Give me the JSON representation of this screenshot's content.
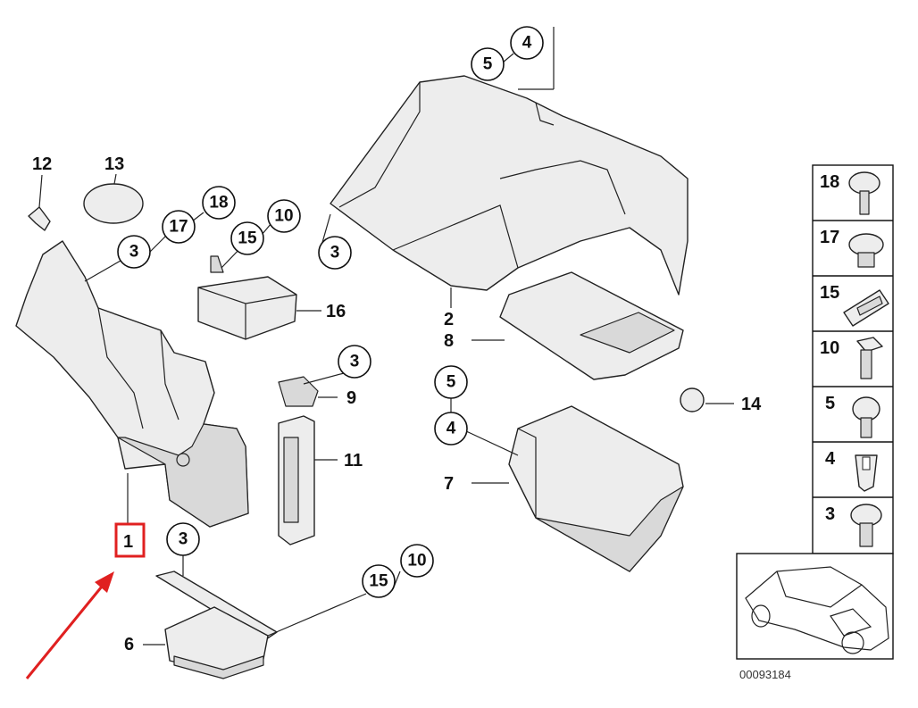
{
  "callouts": {
    "c1": "1",
    "c2": "2",
    "c3a": "3",
    "c3b": "3",
    "c3c": "3",
    "c3d": "3",
    "c4a": "4",
    "c4b": "4",
    "c5a": "5",
    "c5b": "5",
    "c6": "6",
    "c7": "7",
    "c8": "8",
    "c9": "9",
    "c10a": "10",
    "c10b": "10",
    "c11": "11",
    "c12": "12",
    "c13": "13",
    "c14": "14",
    "c15a": "15",
    "c15b": "15",
    "c16": "16",
    "c17": "17",
    "c18": "18"
  },
  "legend": {
    "items": [
      "18",
      "17",
      "15",
      "10",
      "5",
      "4",
      "3"
    ]
  },
  "reference_number": "00093184",
  "colors": {
    "highlight": "#e02020",
    "line": "#222222"
  }
}
